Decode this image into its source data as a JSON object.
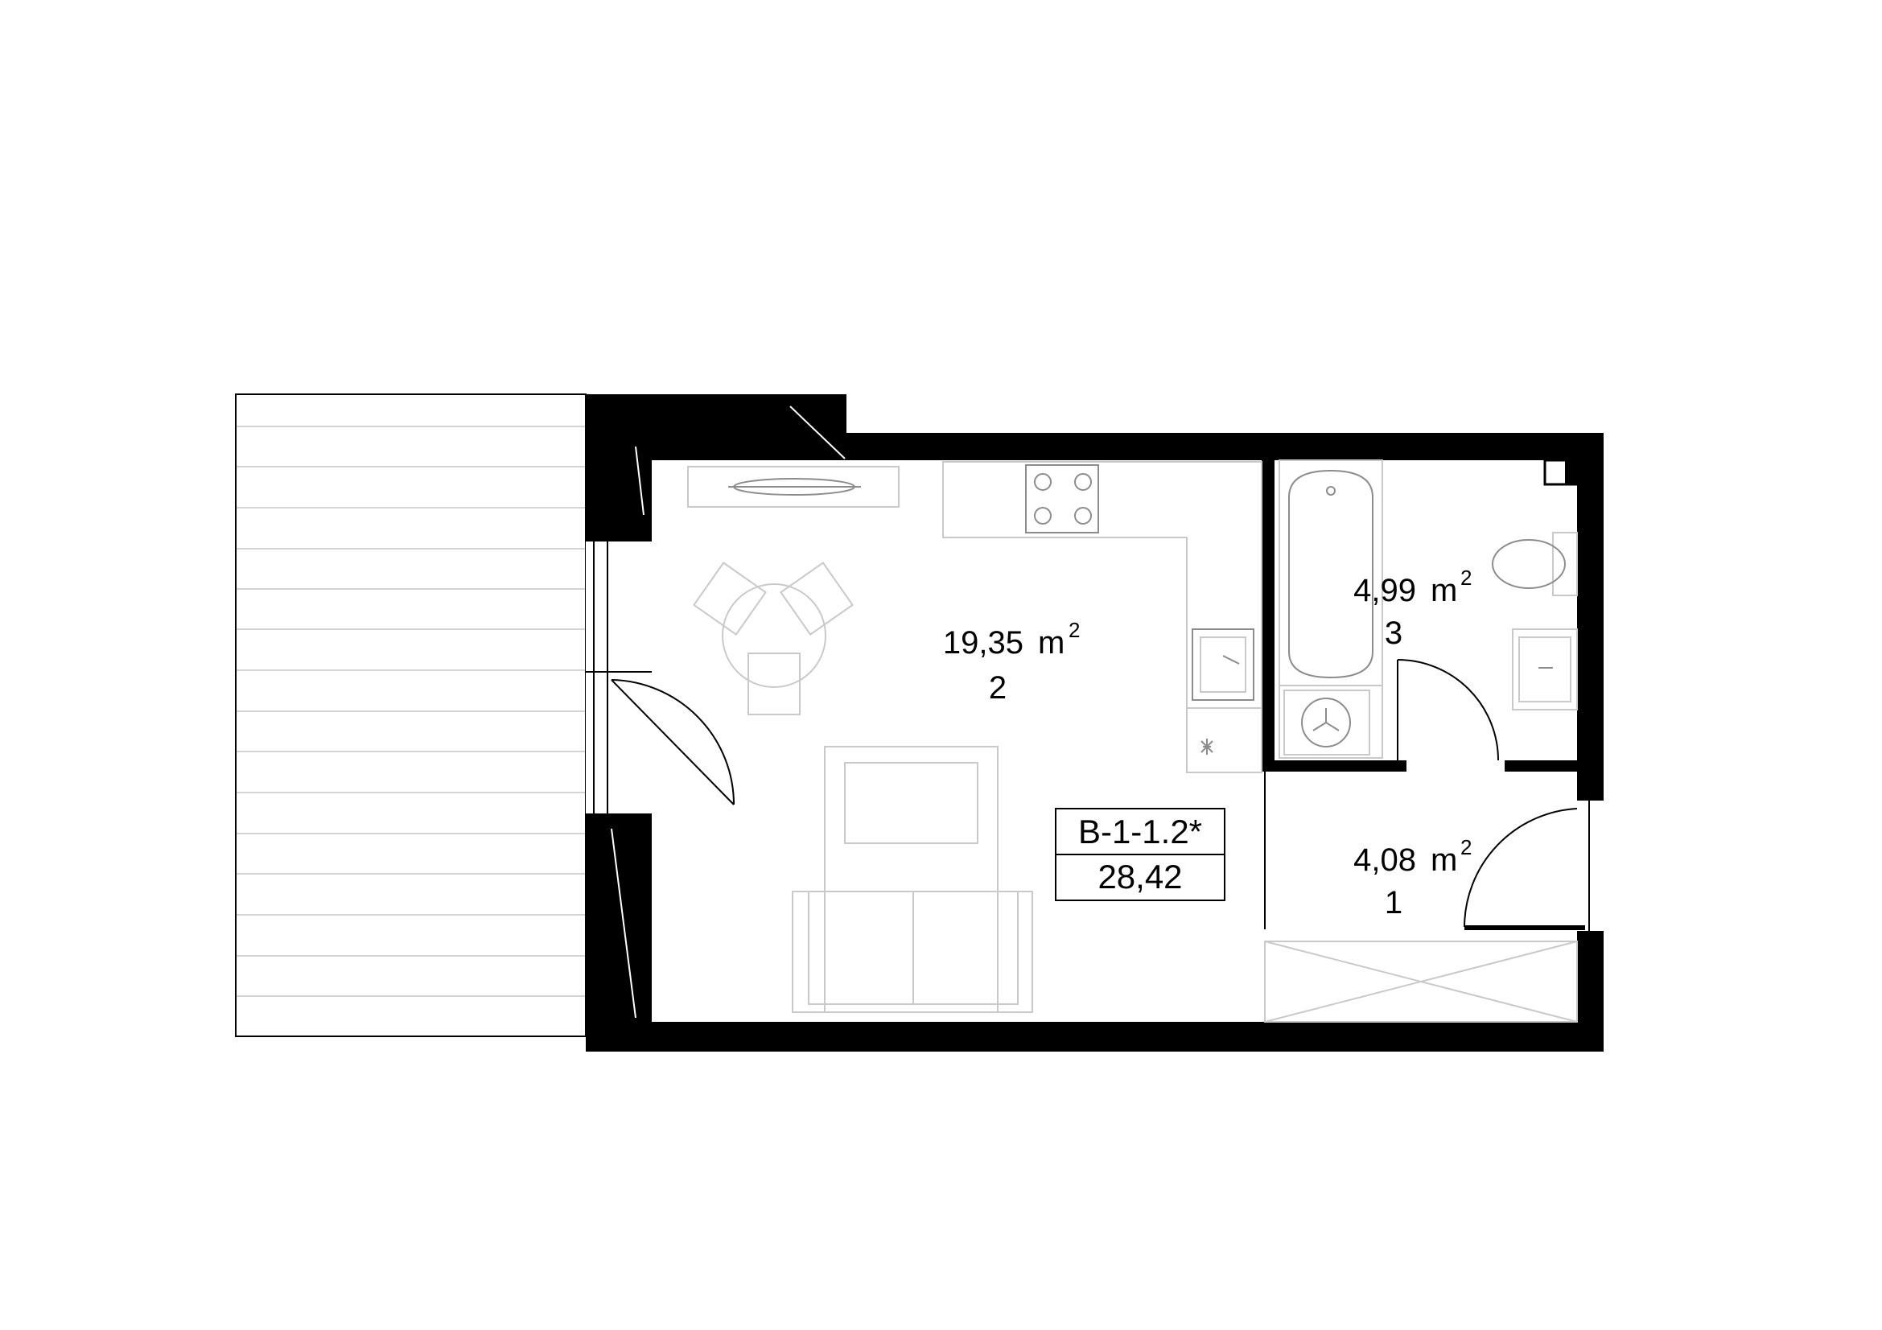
{
  "rooms": [
    {
      "id": "living",
      "area": "19,35",
      "unit": "m",
      "unit_exp": "2",
      "number": "2"
    },
    {
      "id": "bathroom",
      "area": "4,99",
      "unit": "m",
      "unit_exp": "2",
      "number": "3"
    },
    {
      "id": "hall",
      "area": "4,08",
      "unit": "m",
      "unit_exp": "2",
      "number": "1"
    }
  ],
  "apartment": {
    "code": "B-1-1.2*",
    "total_area": "28,42"
  }
}
